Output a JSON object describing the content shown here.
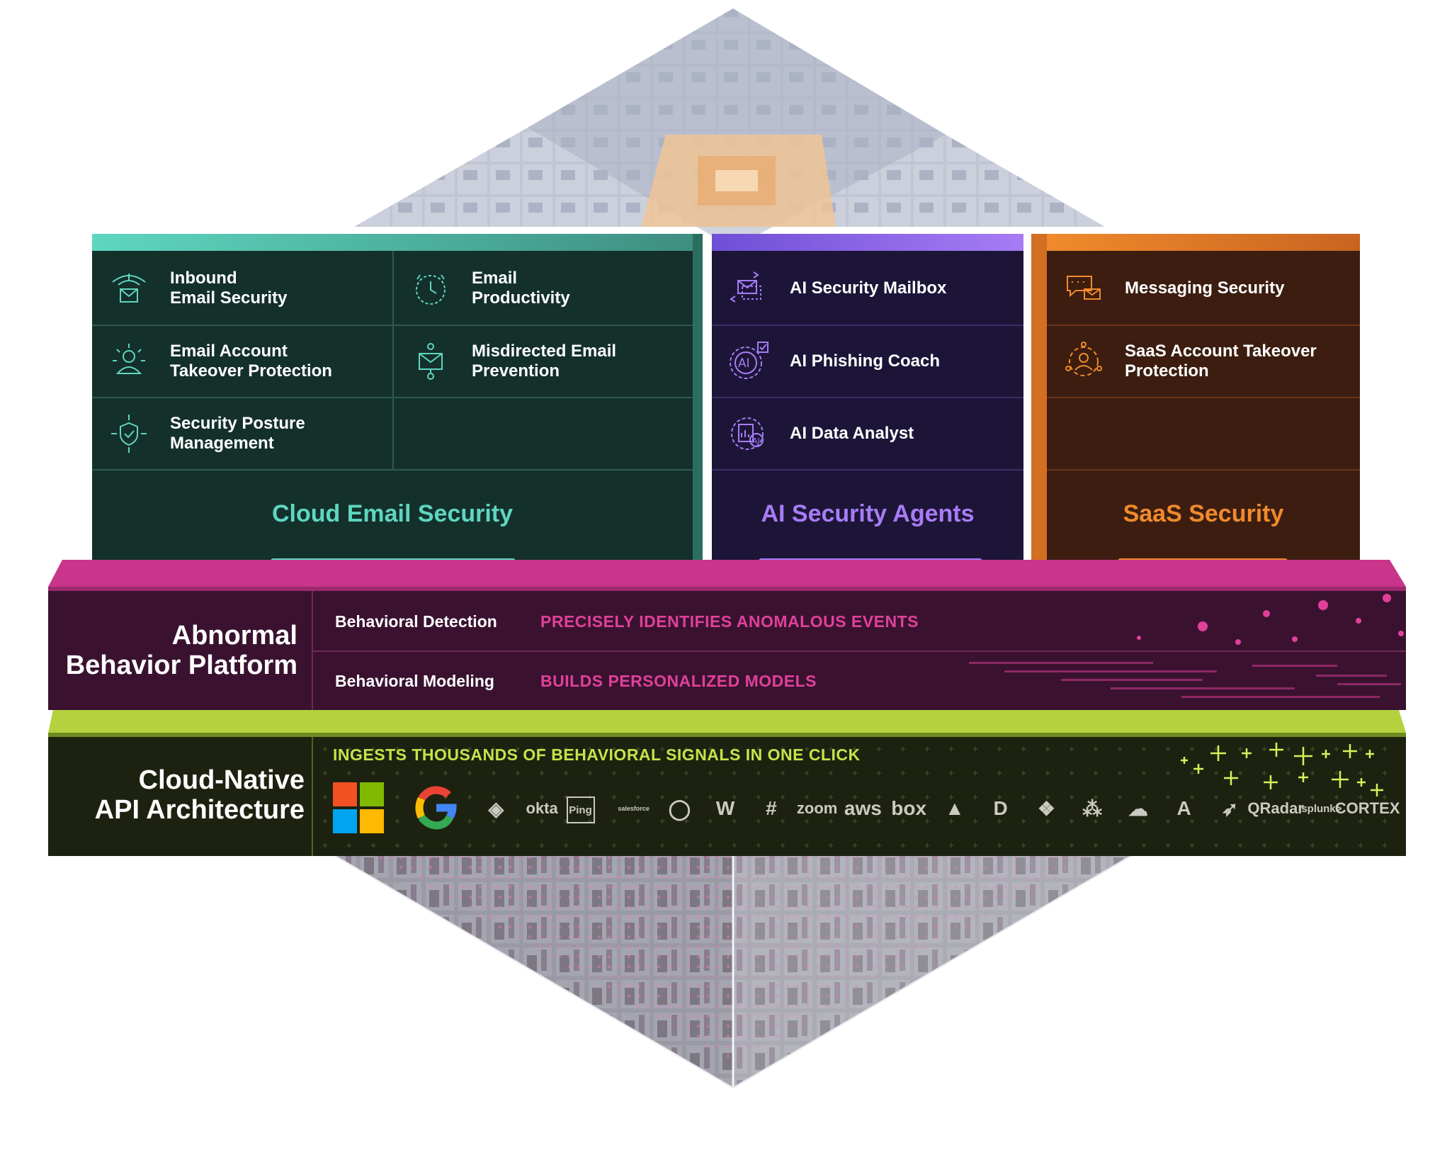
{
  "products": {
    "cloud_email": {
      "title": "Cloud Email Security",
      "accent": "#5ed6c0",
      "items": [
        {
          "label": "Inbound\nEmail Security",
          "icon": "inbound-mail-icon"
        },
        {
          "label": "Email\nProductivity",
          "icon": "clock-icon"
        },
        {
          "label": "Email Account\nTakeover Protection",
          "icon": "user-shield-icon"
        },
        {
          "label": "Misdirected Email\nPrevention",
          "icon": "misdirected-mail-icon"
        },
        {
          "label": "Security Posture\nManagement",
          "icon": "shield-check-icon"
        }
      ]
    },
    "ai_agents": {
      "title": "AI Security Agents",
      "accent": "#a77cf5",
      "items": [
        {
          "label": "AI Security Mailbox",
          "icon": "mailbox-icon"
        },
        {
          "label": "AI Phishing Coach",
          "icon": "ai-coach-icon"
        },
        {
          "label": "AI Data Analyst",
          "icon": "ai-analyst-icon"
        }
      ]
    },
    "saas": {
      "title": "SaaS Security",
      "accent": "#f08a2c",
      "items": [
        {
          "label": "Messaging Security",
          "icon": "message-icon"
        },
        {
          "label": "SaaS Account Takeover\nProtection",
          "icon": "account-target-icon"
        }
      ]
    }
  },
  "platform": {
    "name": "Abnormal\nBehavior Platform",
    "rows": [
      {
        "label": "Behavioral Detection",
        "value": "PRECISELY IDENTIFIES ANOMALOUS EVENTS"
      },
      {
        "label": "Behavioral Modeling",
        "value": "BUILDS PERSONALIZED MODELS"
      }
    ],
    "accent": "#d9409a"
  },
  "api": {
    "name": "Cloud-Native\nAPI Architecture",
    "tagline": "INGESTS THOUSANDS OF BEHAVIORAL SIGNALS IN ONE CLICK",
    "accent": "#c6e34a",
    "integrations": [
      {
        "name": "microsoft-logo-icon",
        "text": ""
      },
      {
        "name": "google-logo-icon",
        "text": ""
      },
      {
        "name": "diamond-logo-icon",
        "text": "◈"
      },
      {
        "name": "okta-logo-icon",
        "text": "okta"
      },
      {
        "name": "ping-logo-icon",
        "text": "Ping"
      },
      {
        "name": "salesforce-logo-icon",
        "text": "salesforce"
      },
      {
        "name": "ring-logo-icon",
        "text": "◯"
      },
      {
        "name": "workday-logo-icon",
        "text": "W"
      },
      {
        "name": "slack-logo-icon",
        "text": "#"
      },
      {
        "name": "zoom-logo-icon",
        "text": "zoom"
      },
      {
        "name": "aws-logo-icon",
        "text": "aws"
      },
      {
        "name": "box-logo-icon",
        "text": "box"
      },
      {
        "name": "atlassian-logo-icon",
        "text": "▲"
      },
      {
        "name": "d-logo-icon",
        "text": "D"
      },
      {
        "name": "dropbox-logo-icon",
        "text": "❖"
      },
      {
        "name": "asana-logo-icon",
        "text": "⁂"
      },
      {
        "name": "cloud-logo-icon",
        "text": "☁"
      },
      {
        "name": "a-logo-icon",
        "text": "A"
      },
      {
        "name": "crowdstrike-logo-icon",
        "text": "➶"
      },
      {
        "name": "qradar-logo-icon",
        "text": "QRadar"
      },
      {
        "name": "splunk-logo-icon",
        "text": "splunk>"
      },
      {
        "name": "cortex-logo-icon",
        "text": "CORTEX"
      }
    ]
  }
}
